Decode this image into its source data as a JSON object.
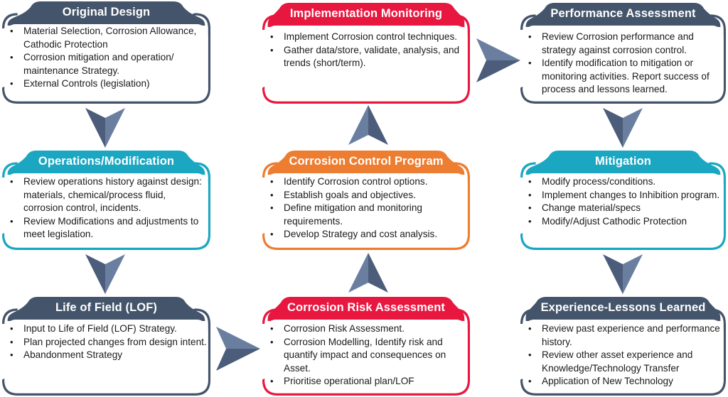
{
  "colors": {
    "slate": "#44546a",
    "teal": "#1ba7c2",
    "crimson": "#e8173f",
    "orange": "#ed7d31",
    "arrow_light": "#6a7fa0",
    "arrow_dark": "#4b5d7a"
  },
  "cards": {
    "original_design": {
      "title": "Original Design",
      "items": [
        "Material Selection, Corrosion Allowance, Cathodic Protection",
        "Corrosion mitigation and operation/ maintenance Strategy.",
        "External Controls (legislation)"
      ]
    },
    "implementation_monitoring": {
      "title": "Implementation Monitoring",
      "items": [
        "Implement Corrosion control techniques.",
        "Gather data/store, validate, analysis, and trends (short/term)."
      ]
    },
    "performance_assessment": {
      "title": "Performance Assessment",
      "items": [
        "Review  Corrosion performance and strategy against corrosion control.",
        "Identify modification to mitigation or monitoring activities. Report success of process and lessons learned."
      ]
    },
    "operations_modification": {
      "title": "Operations/Modification",
      "items": [
        "Review  operations history against design: materials, chemical/process fluid, corrosion control, incidents.",
        "Review  Modifications and adjustments to meet legislation."
      ]
    },
    "corrosion_control_program": {
      "title": "Corrosion Control Program",
      "items": [
        "Identify Corrosion control options.",
        "Establish goals and objectives.",
        "Define mitigation and monitoring requirements.",
        "Develop Strategy and cost analysis."
      ]
    },
    "mitigation": {
      "title": "Mitigation",
      "items": [
        "Modify process/conditions.",
        "Implement  changes to Inhibition program.",
        "Change material/specs",
        "Modify/Adjust Cathodic Protection"
      ]
    },
    "life_of_field": {
      "title": "Life of Field (LOF)",
      "items": [
        "Input to Life of Field (LOF) Strategy.",
        "Plan projected changes from design intent.",
        "Abandonment Strategy"
      ]
    },
    "corrosion_risk_assessment": {
      "title": "Corrosion Risk Assessment",
      "items": [
        "Corrosion Risk Assessment.",
        "Corrosion Modelling, Identify risk and quantify impact and consequences on Asset.",
        "Prioritise operational plan/LOF"
      ]
    },
    "experience_lessons_learned": {
      "title": "Experience-Lessons Learned",
      "items": [
        "Review  past experience and performance history.",
        "Review  other asset experience and Knowledge/Technology Transfer",
        "Application of New Technology"
      ]
    }
  },
  "arrows": [
    {
      "name": "arrow-original-to-operations",
      "direction": "down"
    },
    {
      "name": "arrow-operations-to-lof",
      "direction": "down"
    },
    {
      "name": "arrow-lof-to-risk",
      "direction": "right"
    },
    {
      "name": "arrow-risk-to-control-program",
      "direction": "up"
    },
    {
      "name": "arrow-control-program-to-implementation",
      "direction": "up"
    },
    {
      "name": "arrow-implementation-to-performance",
      "direction": "right"
    },
    {
      "name": "arrow-performance-to-mitigation",
      "direction": "down"
    },
    {
      "name": "arrow-mitigation-to-experience",
      "direction": "down"
    }
  ]
}
